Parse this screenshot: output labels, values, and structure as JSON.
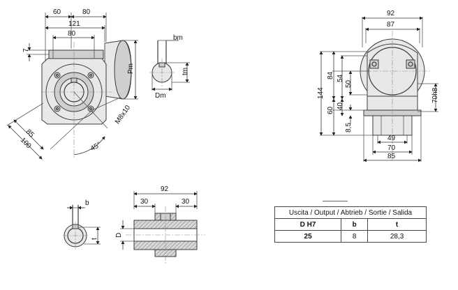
{
  "front_view": {
    "dims": [
      "60",
      "80",
      "121",
      "80",
      "7",
      "Pm",
      "85",
      "100",
      "45°",
      "M8x10"
    ]
  },
  "shaft_detail": {
    "dims": [
      "bm",
      "tm",
      "Dm"
    ]
  },
  "side_view": {
    "dims": [
      "92",
      "87",
      "144",
      "84",
      "54",
      "50",
      "60",
      "40",
      "8,5",
      "70h8",
      "49",
      "70",
      "85"
    ]
  },
  "key_detail": {
    "dims": [
      "b",
      "t"
    ]
  },
  "hollow_shaft": {
    "dims": [
      "92",
      "30",
      "30",
      "D"
    ]
  },
  "table": {
    "title": "Uscita / Output / Abtrieb / Sortie / Salida",
    "headers": [
      "D H7",
      "b",
      "t"
    ],
    "rows": [
      [
        "25",
        "8",
        "28,3"
      ]
    ]
  }
}
